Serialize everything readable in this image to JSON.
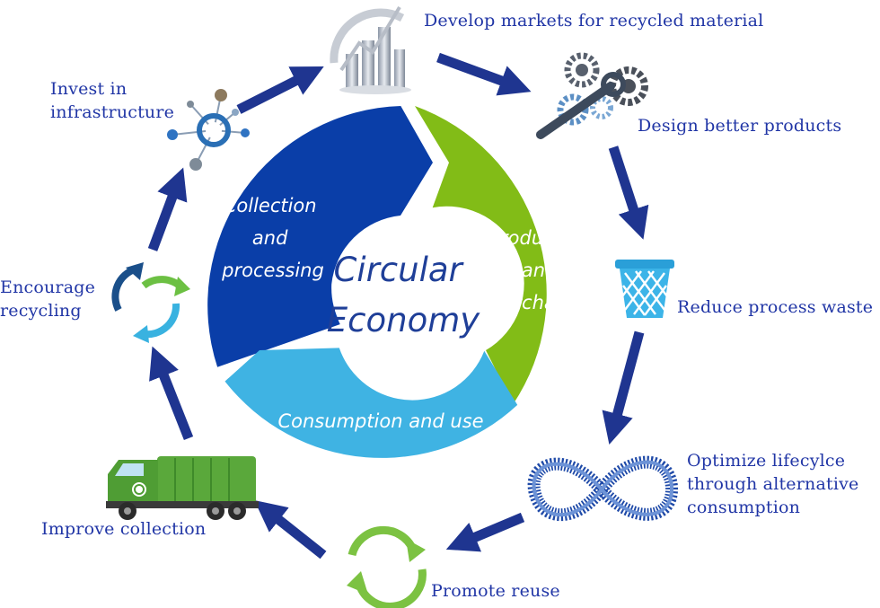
{
  "center": {
    "line1": "Circular",
    "line2": "Economy"
  },
  "segments": {
    "collection": {
      "lines": [
        "Collection",
        "and",
        "processing"
      ],
      "color": "#0a3ea8"
    },
    "production": {
      "lines": [
        "Production",
        "and",
        "purchasing"
      ],
      "color": "#82bc17"
    },
    "consumption": {
      "lines": [
        "Consumption and use"
      ],
      "color": "#3fb3e3"
    }
  },
  "steps": [
    {
      "id": "develop-markets",
      "label": "Develop markets for recycled material",
      "icon": "bar-chart-icon"
    },
    {
      "id": "design-products",
      "label": "Design better products",
      "icon": "gears-icon"
    },
    {
      "id": "reduce-waste",
      "label": "Reduce process waste",
      "icon": "waste-basket-icon"
    },
    {
      "id": "optimize-lifecycle",
      "label": "Optimize lifecylce\nthrough alternative\nconsumption",
      "icon": "infinity-icon"
    },
    {
      "id": "promote-reuse",
      "label": "Promote reuse",
      "icon": "reuse-arrows-icon"
    },
    {
      "id": "improve-collection",
      "label": "Improve collection",
      "icon": "garbage-truck-icon"
    },
    {
      "id": "encourage-recycling",
      "label": "Encourage\nrecycling",
      "icon": "recycling-arrows-icon"
    },
    {
      "id": "invest-infrastructure",
      "label": "Invest in\ninfrastructure",
      "icon": "network-node-icon"
    }
  ],
  "colors": {
    "text": "#2136a6",
    "arrow": "#1f3590",
    "collection": "#0a3ea8",
    "production": "#82bc17",
    "consumption": "#3fb3e3"
  }
}
